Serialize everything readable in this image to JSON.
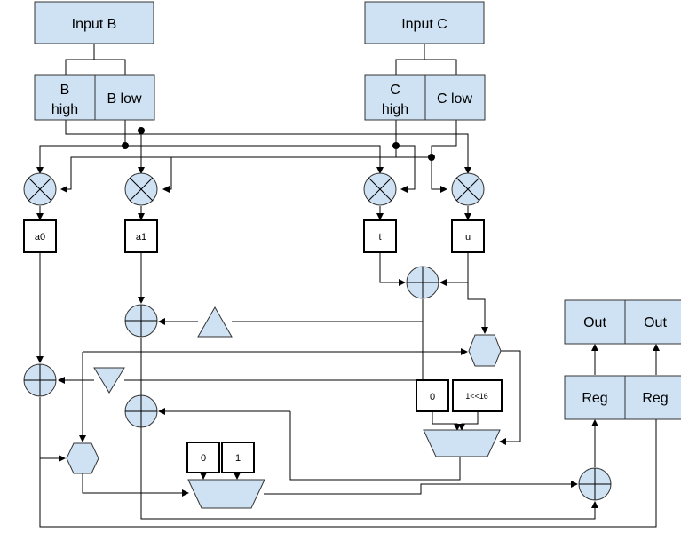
{
  "inputs": {
    "b": "Input B",
    "c": "Input C"
  },
  "split_b": {
    "high_1": "B",
    "high_2": "high",
    "low": "B low"
  },
  "split_c": {
    "high_1": "C",
    "high_2": "high",
    "low": "C low"
  },
  "products": {
    "a0": "a0",
    "a1": "a1",
    "t": "t",
    "u": "u"
  },
  "constants": {
    "zero_right": "0",
    "shift": "1<<16",
    "zero_left": "0",
    "one": "1"
  },
  "outputs": {
    "reg_left": "Reg",
    "reg_right": "Reg",
    "out_left": "Out",
    "out_right": "Out"
  }
}
